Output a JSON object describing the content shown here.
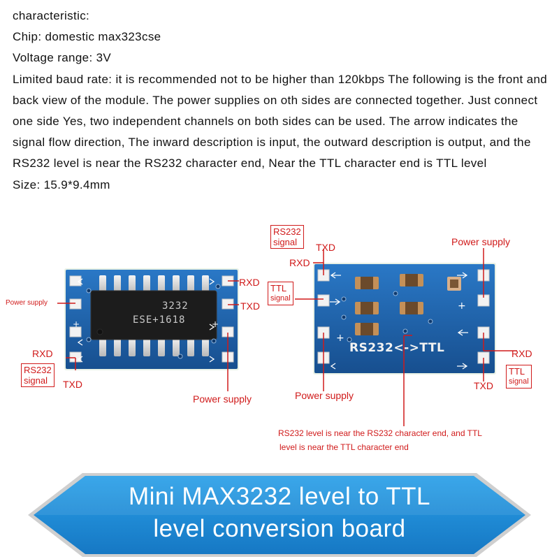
{
  "description": {
    "line1": "characteristic:",
    "line2": "Chip: domestic max323cse",
    "line3": "Voltage range: 3V",
    "line4": "Limited baud rate: it is recommended not to be higher than 120kbps The following is the front and back view of the module. The power supplies on oth sides are connected together. Just connect one side Yes, two independent channels on both sides can be used. The arrow indicates the signal flow direction, The inward description is input, the outward description is output, and the RS232 level is near the RS232 character end, Near the TTL character end is TTL level",
    "line5": "Size: 15.9*9.4mm"
  },
  "front_board": {
    "chip_line1": "3232",
    "chip_line2": "ESE+1618",
    "labels": {
      "rxd_right": "RXD",
      "txd_right": "TXD",
      "power_left": "Power supply",
      "rxd_left": "RXD",
      "rs232_box_line1": "RS232",
      "rs232_box_line2": "signal",
      "txd_left": "TXD",
      "power_bottom": "Power supply"
    }
  },
  "back_board": {
    "silkscreen": "RS232<->TTL",
    "labels": {
      "rs232_box_line1": "RS232",
      "rs232_box_line2": "signal",
      "txd_top": "TXD",
      "rxd_top": "RXD",
      "ttl_box_line1": "TTL",
      "ttl_box_line2": "signal",
      "power_top": "Power supply",
      "rxd_right": "RXD",
      "ttl_box2_line1": "TTL",
      "ttl_box2_line2": "signal",
      "txd_bottom": "TXD",
      "power_bottom": "Power supply"
    }
  },
  "note": {
    "line1": "RS232 level is near the RS232 character end, and TTL",
    "line2": "level is near the TTL character end"
  },
  "banner": {
    "line1": "Mini MAX3232 level to TTL",
    "line2": "level conversion board"
  },
  "colors": {
    "pcb_blue": "#1f5fa8",
    "label_red": "#d01a1a",
    "banner_blue": "#1d8fd8"
  }
}
